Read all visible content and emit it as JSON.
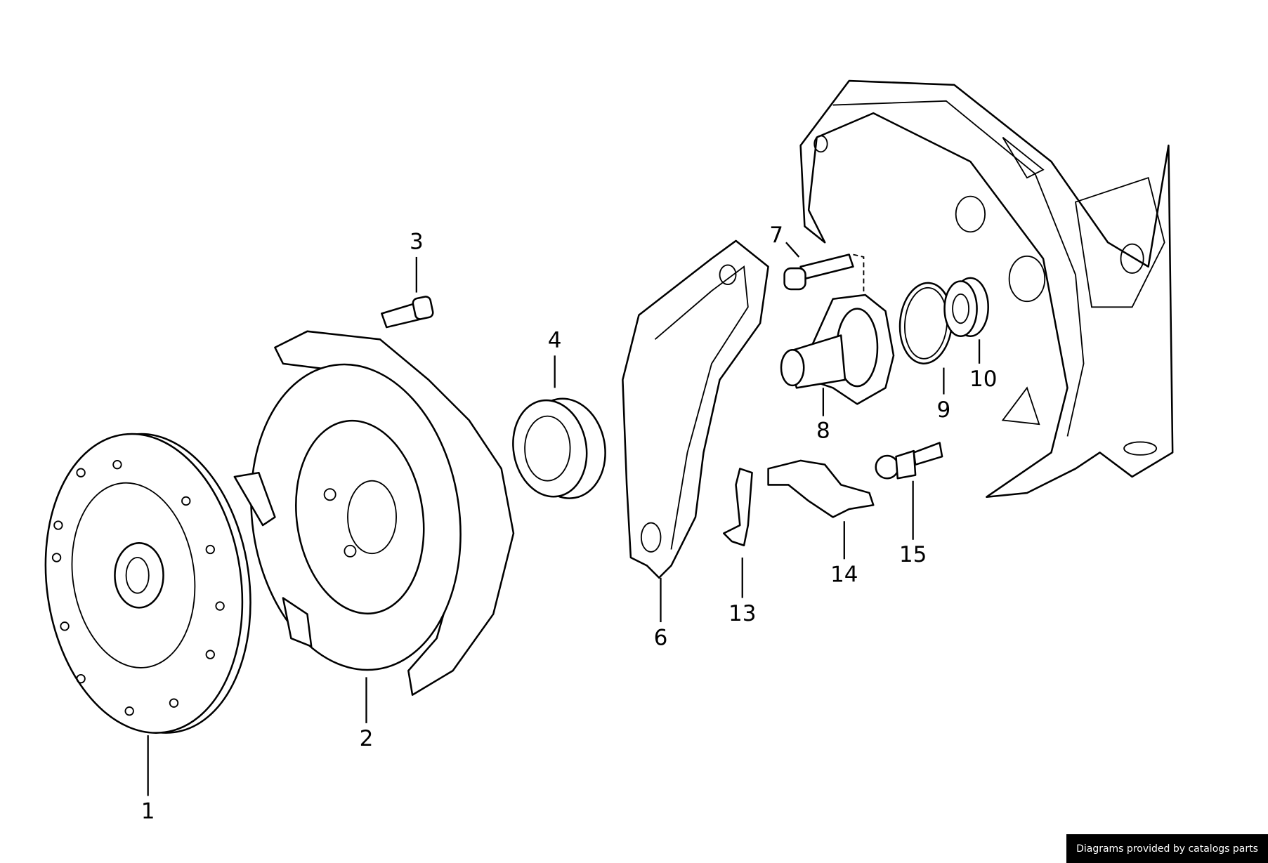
{
  "diagram": {
    "callouts": [
      "1",
      "2",
      "3",
      "4",
      "6",
      "7",
      "8",
      "9",
      "10",
      "13",
      "14",
      "15"
    ]
  },
  "credit": "Diagrams provided by catalogs parts"
}
